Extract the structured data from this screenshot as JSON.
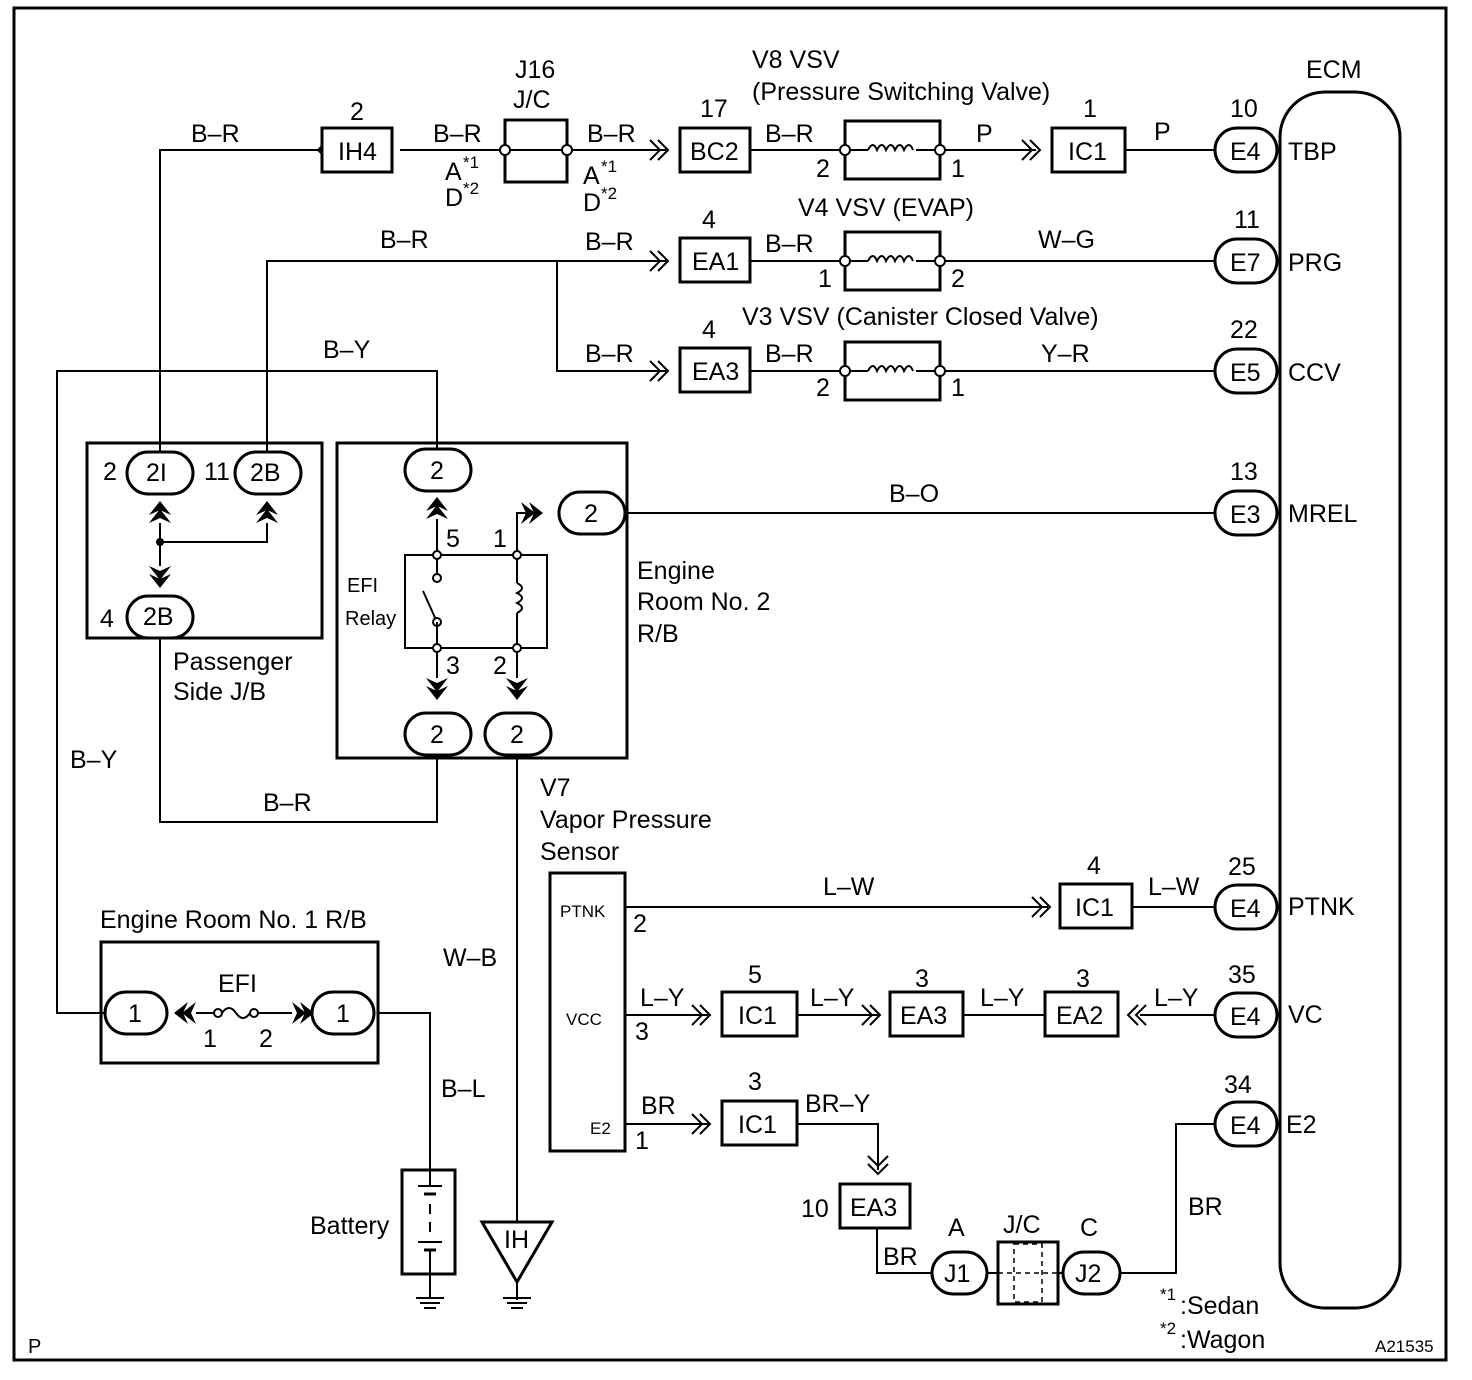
{
  "components": {
    "ecm": "ECM",
    "j16_a": "J16",
    "j16_b": "J/C",
    "v8_a": "V8 VSV",
    "v8_b": "(Pressure Switching Valve)",
    "v4": "V4 VSV (EVAP)",
    "v3": "V3 VSV (Canister Closed Valve)",
    "v7_a": "V7",
    "v7_b": "Vapor Pressure",
    "v7_c": "Sensor",
    "engine_room_2_a": "Engine",
    "engine_room_2_b": "Room No. 2",
    "engine_room_2_c": "R/B",
    "passenger_jb_a": "Passenger",
    "passenger_jb_b": "Side J/B",
    "efi_relay_a": "EFI",
    "efi_relay_b": "Relay",
    "engine_room_1": "Engine Room No. 1 R/B",
    "efi_fuse": "EFI",
    "battery": "Battery",
    "jc": "J/C"
  },
  "connectors": {
    "ih4": "IH4",
    "bc2": "BC2",
    "ic1": "IC1",
    "e4": "E4",
    "e7": "E7",
    "e5": "E5",
    "e3": "E3",
    "ea1": "EA1",
    "ea3": "EA3",
    "ea2": "EA2",
    "c2i": "2I",
    "c2b": "2B",
    "c2": "2",
    "c1": "1",
    "j1": "J1",
    "j2": "J2",
    "ih": "IH"
  },
  "ecm_terminals": {
    "tbp": "TBP",
    "prg": "PRG",
    "ccv": "CCV",
    "mrel": "MREL",
    "ptnk": "PTNK",
    "vc": "VC",
    "e2": "E2"
  },
  "sensor_terminals": {
    "ptnk": "PTNK",
    "vcc": "VCC",
    "e2": "E2"
  },
  "wires": {
    "b_r": "B–R",
    "p": "P",
    "w_g": "W–G",
    "y_r": "Y–R",
    "b_y": "B–Y",
    "b_o": "B–O",
    "l_w": "L–W",
    "l_y": "L–Y",
    "br": "BR",
    "br_y": "BR–Y",
    "w_b": "W–B",
    "b_l": "B–L"
  },
  "pins": {
    "n1": "1",
    "n2": "2",
    "n3": "3",
    "n4": "4",
    "n5": "5",
    "n10": "10",
    "n11": "11",
    "n13": "13",
    "n17": "17",
    "n22": "22",
    "n25": "25",
    "n34": "34",
    "n35": "35",
    "a": "A",
    "c": "C",
    "d": "D",
    "star1": "*1",
    "star2": "*2"
  },
  "notes": {
    "sedan": ":Sedan",
    "wagon": ":Wagon",
    "page_letter": "P",
    "figure_id": "A21535"
  }
}
